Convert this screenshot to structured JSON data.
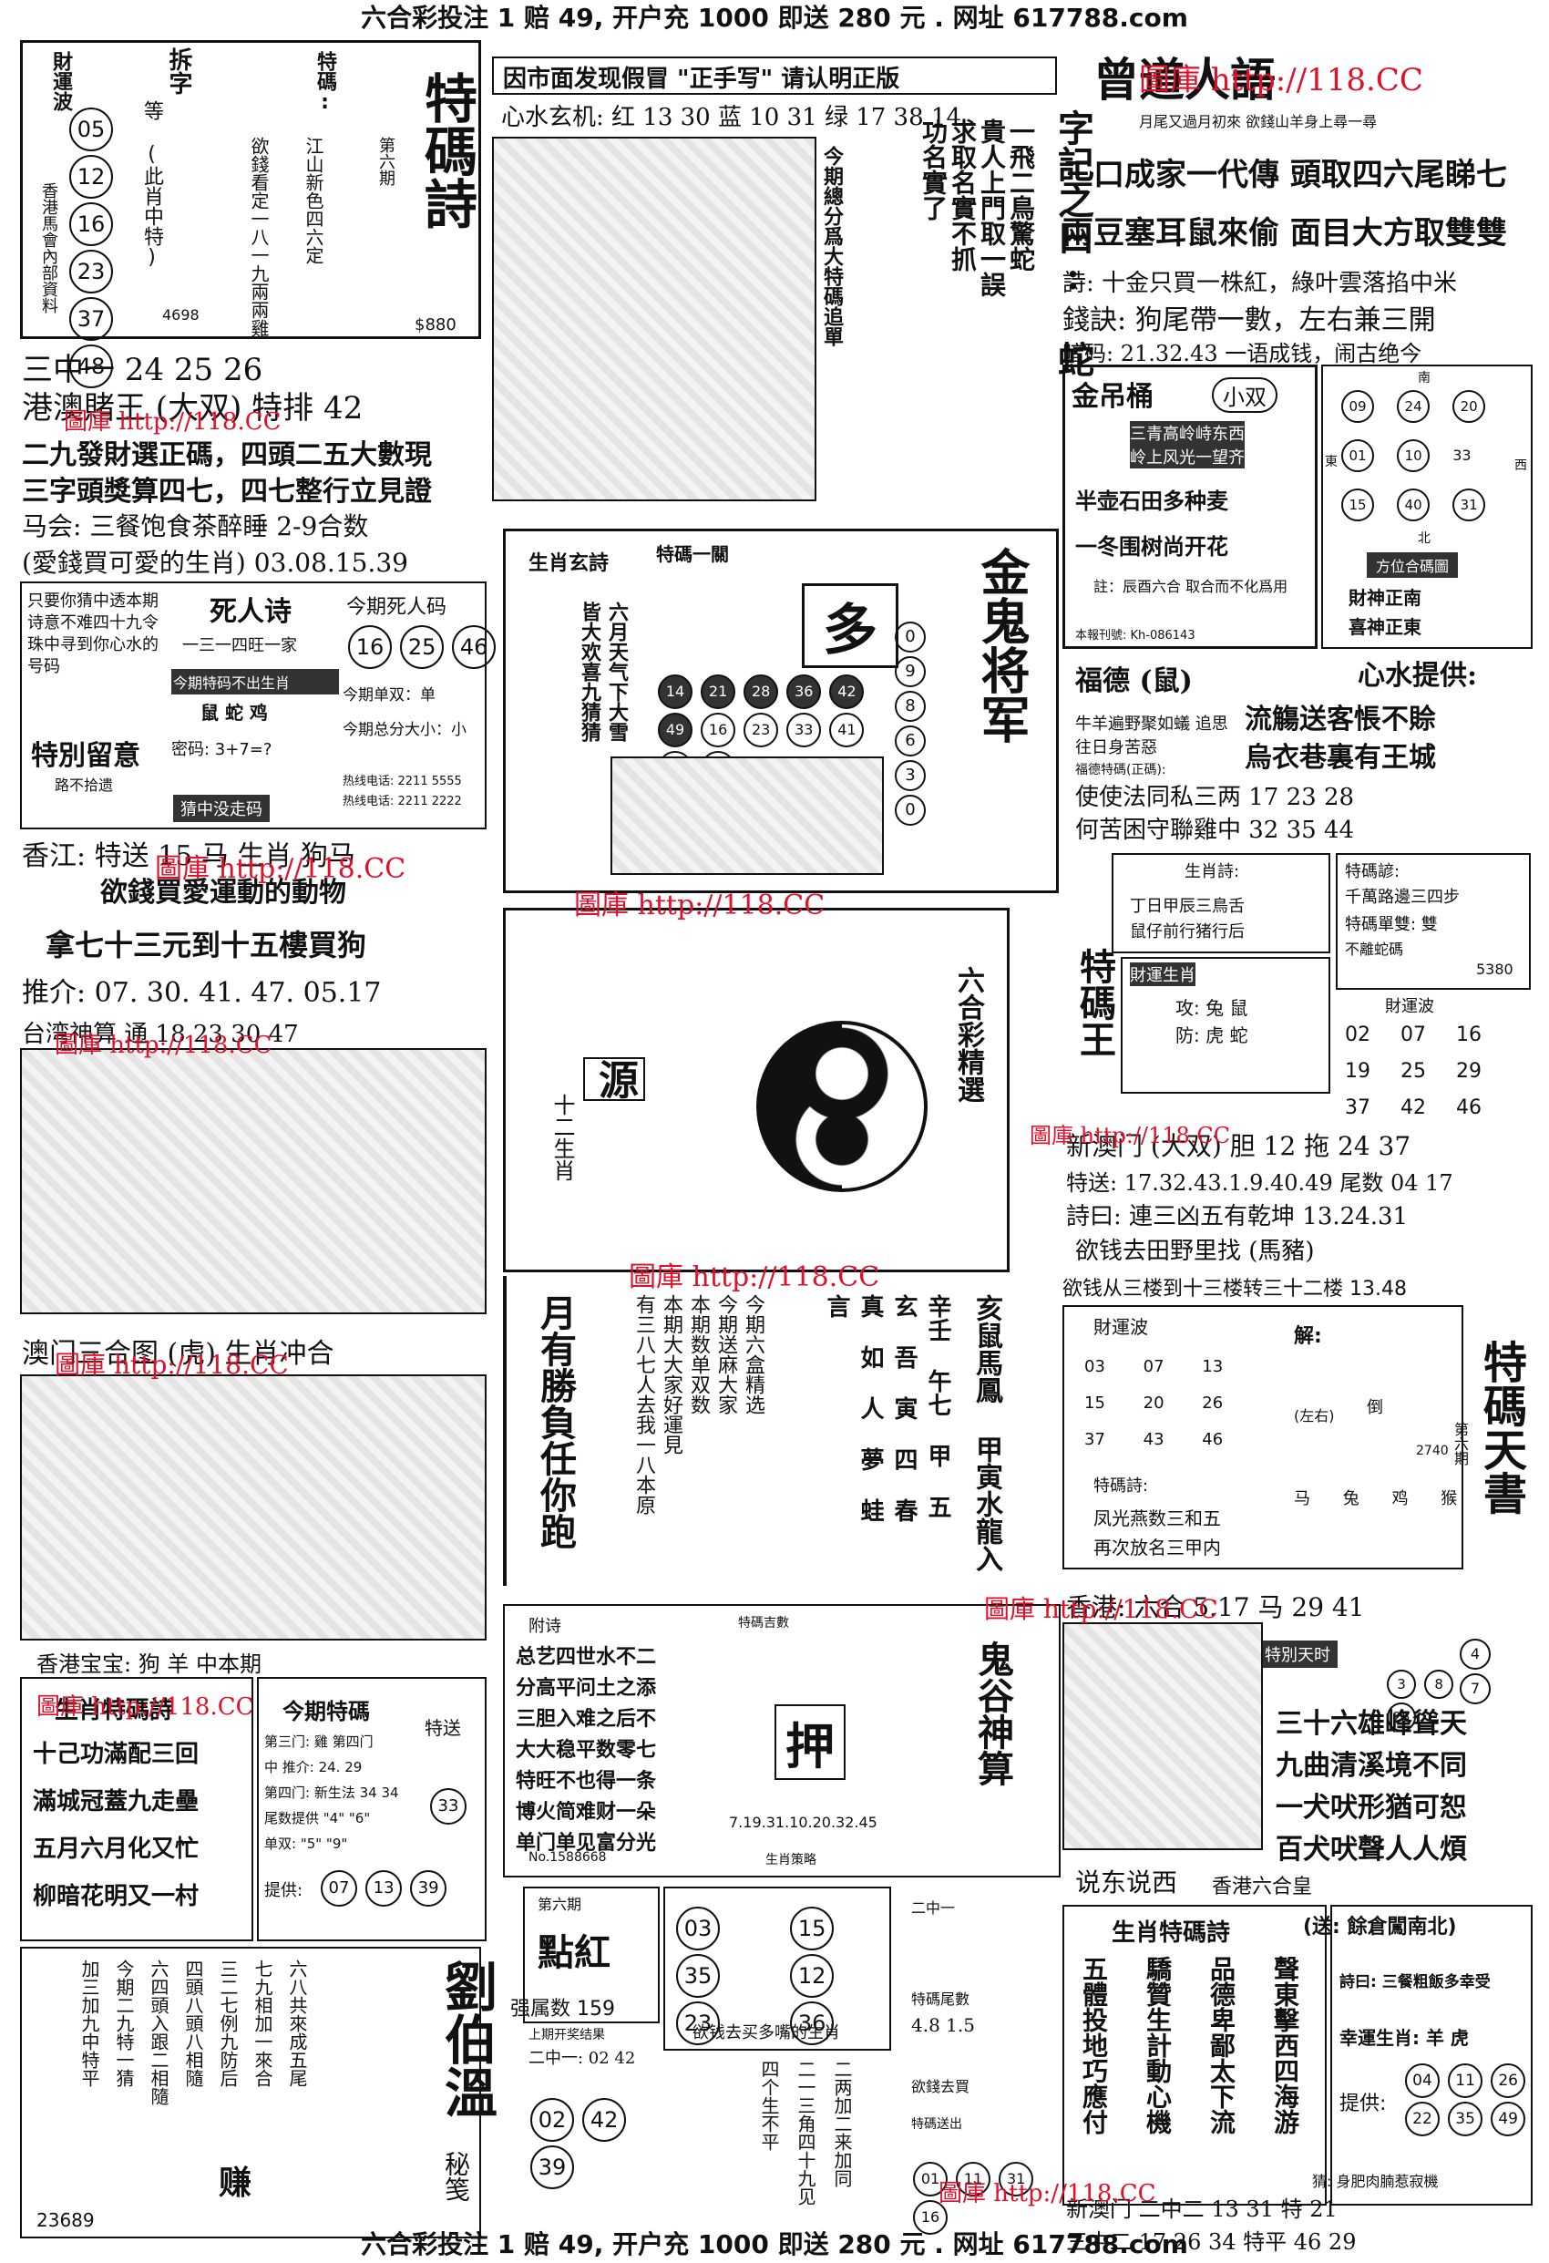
{
  "banner_top": "六合彩投注 1 赔 49, 开户充 1000 即送 280 元 . 网址 617788.com",
  "banner_bottom": "六合彩投注 1 赔 49, 开户充 1000 即送 280 元 . 网址 617788.com",
  "watermark": "圖庫 http://118.CC",
  "col1": {
    "header_left": "財運波",
    "numbers_left": [
      "05",
      "12",
      "16",
      "23",
      "37",
      "48"
    ],
    "fortune_label": "香港馬會內部資料",
    "split_char": "拆字",
    "split_text": "等 (此肖中特)",
    "special": "特碼:",
    "special_lines": [
      "江山新色四六定",
      "欲錢看定一八一九兩兩雞"
    ],
    "code_4698": "4698",
    "title_poem": "特碼詩",
    "issue": "第六期",
    "price": "$880",
    "three_mid": "三中一 24 25 26",
    "hk_gamble": "港澳賭王 (大双) 特排 42",
    "line1": "二九發財選正碼，四頭二五大數現",
    "line2": "三字頭獎算四七，四七整行立見證",
    "line3": "马会: 三餐饱食茶醉睡 2-9合数",
    "line4": "(愛錢買可愛的生肖) 03.08.15.39",
    "dead_intro": "只要你猜中透本期诗意不难四十九令珠中寻到你心水的号码",
    "dead_poem_title": "死人诗",
    "dead_poem_line": "一三一四旺一家",
    "dead_code_title": "今期死人码",
    "dead_codes": [
      "16",
      "25",
      "46"
    ],
    "dead_predict": "今期特码不出生肖",
    "dead_animal": "鼠 蛇 鸡",
    "odd_even": "今期单双：单",
    "size": "今期总分大小：小",
    "pass": "密码: 3+7=?",
    "special_care": "特別留意",
    "road": "路不拾遗",
    "guess": "猜中没走码",
    "hotline1": "热线电话: 2211 5555",
    "hotline2": "热线电话: 2211 2222",
    "xiangjiang": "香江: 特送 15 马 生肖 狗马",
    "desire_line": "欲錢買愛運動的動物",
    "buy_dog": "拿七十三元到十五樓買狗",
    "push": "推介: 07. 30. 41. 47. 05.17",
    "taiwan": "台湾神算 通 18 23 30 47",
    "macau": "澳门三合图 (虎) 生肖冲合",
    "hk_baby": "香港宝宝: 狗 羊 中本期",
    "zodiac_poem": [
      "生肖特碼詩",
      "十己功滿配三回",
      "滿城冠蓋九走壘",
      "五月六月化又忙",
      "柳暗花明又一村"
    ],
    "today_special": "今期特碼",
    "today_lines": [
      "第三门: 雞 第四门",
      "中 推介: 24. 29",
      "第四门: 新生法 34 34",
      "尾数提供 \"4\" \"6\"",
      "单双: \"5\" \"9\""
    ],
    "special_send": "特送",
    "send_nums": [
      "33",
      "07",
      "13",
      "39"
    ],
    "provide": "提供:",
    "bottom_verses": [
      "加三加九中特平",
      "今期二九特一猜",
      "六四頭入跟二相隨",
      "四頭八頭八相隨",
      "三二七例九防后",
      "七九相加一來合",
      "六八共來成五尾"
    ],
    "liu_bowen": "劉伯溫",
    "liu_sub": "秘笺",
    "zhuan": "赚",
    "code_23689": "23689"
  },
  "col2": {
    "notice": "因市面发现假冒 \"正手写\" 请认明正版",
    "heart_line": "心水玄机: 红 13 30 蓝 10 31 绿 17 38 14",
    "fav_text": "今期總分爲大特碼追單",
    "jinjia": "金鬼将军",
    "zodiac_xuan": "生肖玄詩",
    "zodiac_lines": [
      "六月天气下大雪",
      "皆大欢喜九猜猜"
    ],
    "special_one": "特碼一關",
    "duo": "多",
    "count_nums": [
      "0",
      "9",
      "8",
      "6",
      "3",
      "0"
    ],
    "mid_grid_nums": [
      "14",
      "21",
      "28",
      "36",
      "42",
      "49",
      "16",
      "23",
      "33",
      "41",
      "46",
      "2"
    ],
    "ba_gua_title": "六合彩精選",
    "source": "源",
    "twelve_title": "十二生肖",
    "red_title": "月有勝負任你跑",
    "verse_cols": [
      "有三八七人去我一八本原",
      "本期大大家好運見",
      "本期数单双数",
      "今期送麻大家",
      "今期六盒精选"
    ],
    "hid_dragon": "亥鼠馬鳳 甲寅水龍入",
    "xinqi": "辛壬 午七 甲 五 玄 吾 寅 四 春 真 如 人 夢 蛙 言",
    "poem_title": "附诗",
    "poem_lines": [
      "总艺四世水不二",
      "分高平问土之添",
      "三胆入难之后不",
      "大大稳平数零七",
      "特旺不也得一条",
      "博火简难财一朵",
      "单门单见富分光"
    ],
    "lucky_title": "特碼吉數",
    "bet": "押",
    "date_line": "7.19.31.10.20.32.45",
    "code_label": "No.1588668",
    "biedao": "鬼谷神算",
    "zodiac_tactic": "生肖策略",
    "issue6": "第六期",
    "dianhong": "點紅",
    "dianhong_sub": "强属数 159",
    "last_result": "上期开奖结果",
    "last_line": "二中一: 02 42",
    "hero_circles": [
      "02",
      "42",
      "39"
    ],
    "middle_circles": [
      "03",
      "15",
      "35",
      "12",
      "23",
      "36"
    ],
    "money_line": "欲钱去买多嘴的生肖",
    "special_num_label": "特碼尾數",
    "special_num_val": "4.8 1.5",
    "money_buy": "欲錢去買",
    "gift_box": "特碼送出",
    "er_zhong": "二中一",
    "verses_bottom": [
      "四个生不平",
      "二一三角四十九见",
      "二两加二来加同"
    ],
    "bottom_circles": [
      "01",
      "11",
      "31",
      "16"
    ]
  },
  "col3": {
    "site": "曾道人語",
    "header_small": "月尾又過月初來 欲錢山羊身上尋一尋",
    "line1": "三口成家一代傳 頭取四六尾睇七",
    "line2": "兩豆塞耳鼠來偷 面目大方取雙雙",
    "line3": "詩: 十金只買一株紅，綠叶雲落掐中米",
    "line4": "錢訣: 狗尾帶一數，左右兼三開",
    "line5": "暗码: 21.32.43 一语成钱，闹古绝今",
    "zi_ji": "字記之曰: 蛇",
    "fly_lines": [
      "一飛二鳥驚蛇",
      "貴人上門取一誤",
      "求取名實不抓",
      "功名實了"
    ],
    "gold_bucket": "金吊桶",
    "small_double": "小双",
    "bucket_lines": [
      "三青高岭峙东西",
      "岭上风光一望齐",
      "半壶石田多种麦",
      "一冬围树尚开花"
    ],
    "note": "註：辰酉六合 取合而不化爲用",
    "tel": "本報刊號: Kh-086143",
    "compass_nums": [
      "南",
      "09",
      "24",
      "20",
      "東",
      "01",
      "10",
      "33",
      "西",
      "15",
      "40",
      "31",
      "北"
    ],
    "dir_title": "方位合碼圖",
    "wealth_god": "財神正南",
    "joy_god": "喜神正東",
    "fude": "福德 (鼠)",
    "heart_provide": "心水提供:",
    "flow_lines": [
      "流觴送客悵不賒",
      "烏衣巷裏有王城"
    ],
    "cattle": "牛羊遍野聚如蟻 追思往日身苦惡",
    "fu_num": "福德特碼(正碼):",
    "fu_lines": [
      "使使法同私三两 17 23 28",
      "何苦困守聯雞中 32 35 44"
    ],
    "zodiac_poem_title": "生肖詩:",
    "zodiac_poem_lines": [
      "丁日甲辰三鳥舌",
      "鼠仔前行猪行后"
    ],
    "special_talk": "特碼諺:",
    "special_talk_line": "千萬路邊三四步",
    "special_odd": "特碼單雙: 雙",
    "no_tail": "不離蛇碼",
    "num_5380": "5380",
    "special_king": "特碼王",
    "wealth_born": "財運生肖",
    "attack": "攻: 兔 鼠",
    "defend": "防: 虎 蛇",
    "wealth_wave": "財運波",
    "wave_nums": [
      "02",
      "07",
      "16",
      "19",
      "25",
      "29",
      "37",
      "42",
      "46"
    ],
    "new_macau": "新澳门 (大双) 胆 12 拖 24 37",
    "send_line": "特送: 17.32.43.1.9.40.49 尾数 04 17",
    "poem_line": "詩曰: 連三凶五有乾坤 13.24.31",
    "desire_field": "欲钱去田野里找 (馬豬)",
    "desire_floor": "欲钱从三楼到十三楼转三十二楼 13.48",
    "wave_title": "財運波",
    "wave_grid": [
      "03",
      "07",
      "13",
      "15",
      "20",
      "26",
      "37",
      "43",
      "46"
    ],
    "jie": "解:",
    "left": "(左右)",
    "dao": "倒",
    "num_2740": "2740",
    "special_verse_title": "特碼詩:",
    "special_verse_lines": [
      "凤光燕数三和五",
      "再次放名三甲内"
    ],
    "talk_animals": [
      "马",
      "兔",
      "鸡",
      "猴"
    ],
    "special_book": "特碼天書",
    "book_sub": "第六期",
    "line_hong": "香港: 六合 5.17 马 29 41",
    "special_forecast": "特別天时",
    "circles_small": [
      "4",
      "7",
      "3",
      "8",
      "25"
    ],
    "lines_right": [
      "三十六雄峰聳天",
      "九曲清溪境不同",
      "一犬吠形猶可恕",
      "百犬吠聲人人煩"
    ],
    "hk_six": "香港六合皇",
    "say": "说东说西",
    "zodiac_special": "生肖特碼詩",
    "zs_cols": [
      "五體投地巧應付",
      "驕贊生計動心機",
      "品德卑鄙太下流",
      "聲東擊西四海游"
    ],
    "send_title": "(送: 餘倉闖南北)",
    "poem_say": "詩曰: 三餐粗飯多幸受",
    "lucky_zodiac": "幸運生肖: 羊 虎",
    "provide_nums": [
      "04",
      "11",
      "26",
      "22",
      "35",
      "49"
    ],
    "guess_line": "猜: 身肥肉腩惹寂機",
    "new_bottom": "新澳门 二中二 13 31 特 21",
    "three_bottom": "三中二 17 26 34 特平 46 29"
  }
}
